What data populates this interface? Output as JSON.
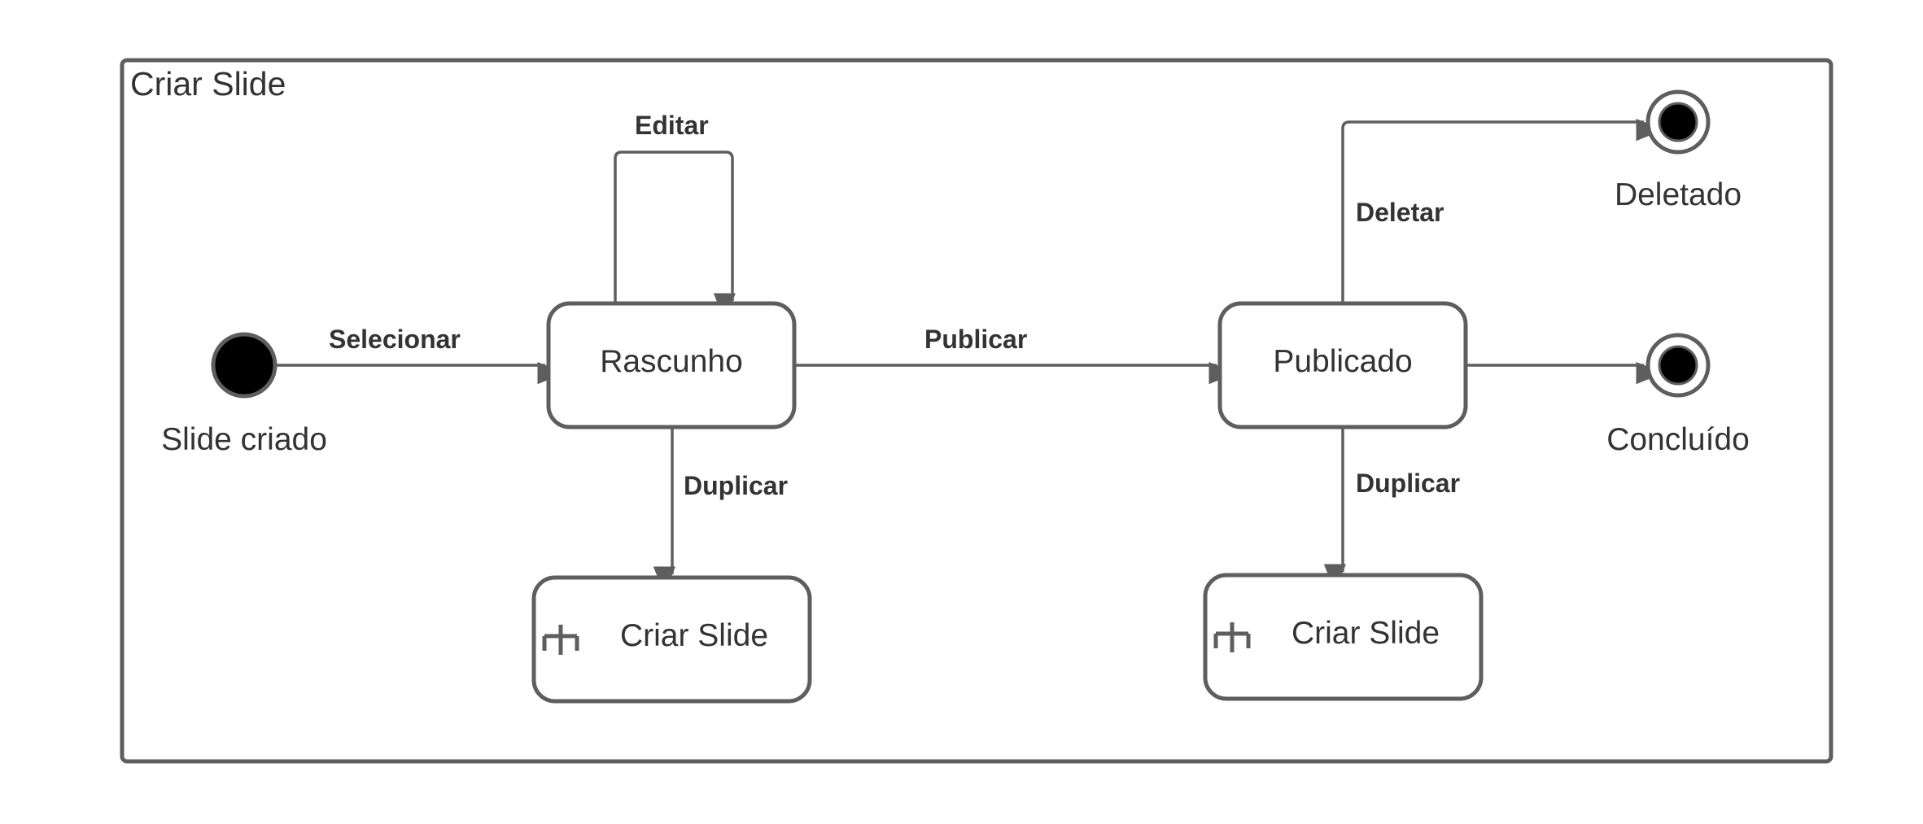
{
  "frame": {
    "title": "Criar Slide"
  },
  "initial_node": {
    "label": "Slide criado"
  },
  "states": {
    "rascunho": "Rascunho",
    "publicado": "Publicado"
  },
  "subprocesses": {
    "left": "Criar Slide",
    "right": "Criar Slide"
  },
  "final_nodes": {
    "deletado": "Deletado",
    "concluido": "Concluído"
  },
  "transitions": {
    "selecionar": "Selecionar",
    "editar": "Editar",
    "publicar": "Publicar",
    "duplicar_rascunho": "Duplicar",
    "deletar": "Deletar",
    "duplicar_publicado": "Duplicar"
  },
  "colors": {
    "stroke": "#5e5e5e",
    "text": "#333333",
    "node_fill": "#000000",
    "background": "#ffffff"
  },
  "icons": {
    "subprocess": "rake-icon"
  }
}
